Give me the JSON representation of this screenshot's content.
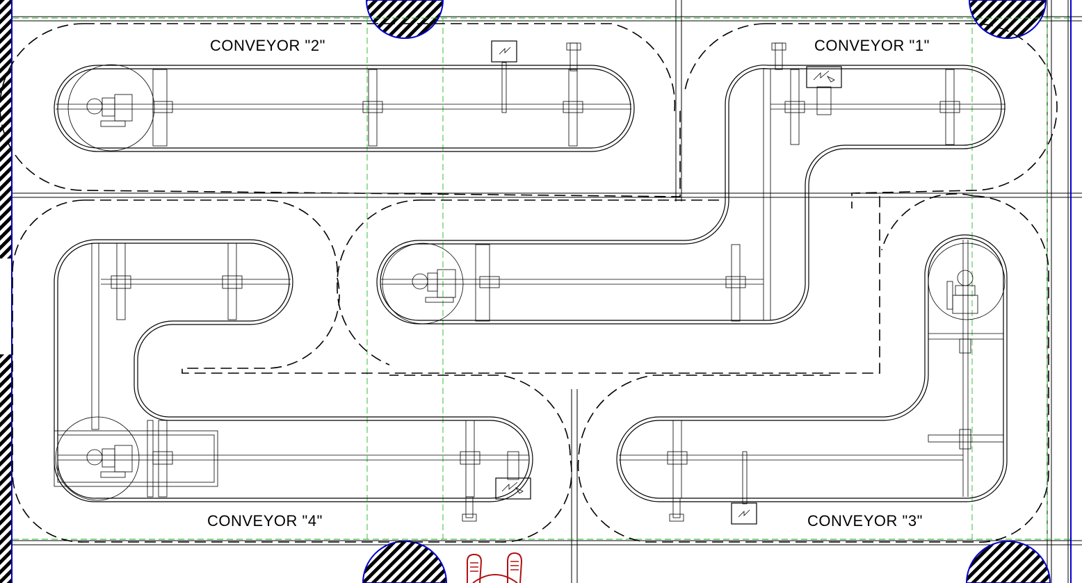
{
  "labels": {
    "conveyor_1": "CONVEYOR \"1\"",
    "conveyor_2": "CONVEYOR \"2\"",
    "conveyor_3": "CONVEYOR \"3\"",
    "conveyor_4": "CONVEYOR \"4\""
  },
  "colors": {
    "linework": "#000000",
    "grid": "#22bb22",
    "column_edge": "#0000cc",
    "figure": "#b01010"
  },
  "icons": [
    "hatched-column-icon",
    "electrical-panel-icon",
    "drive-motor-icon",
    "operator-figure-icon"
  ]
}
